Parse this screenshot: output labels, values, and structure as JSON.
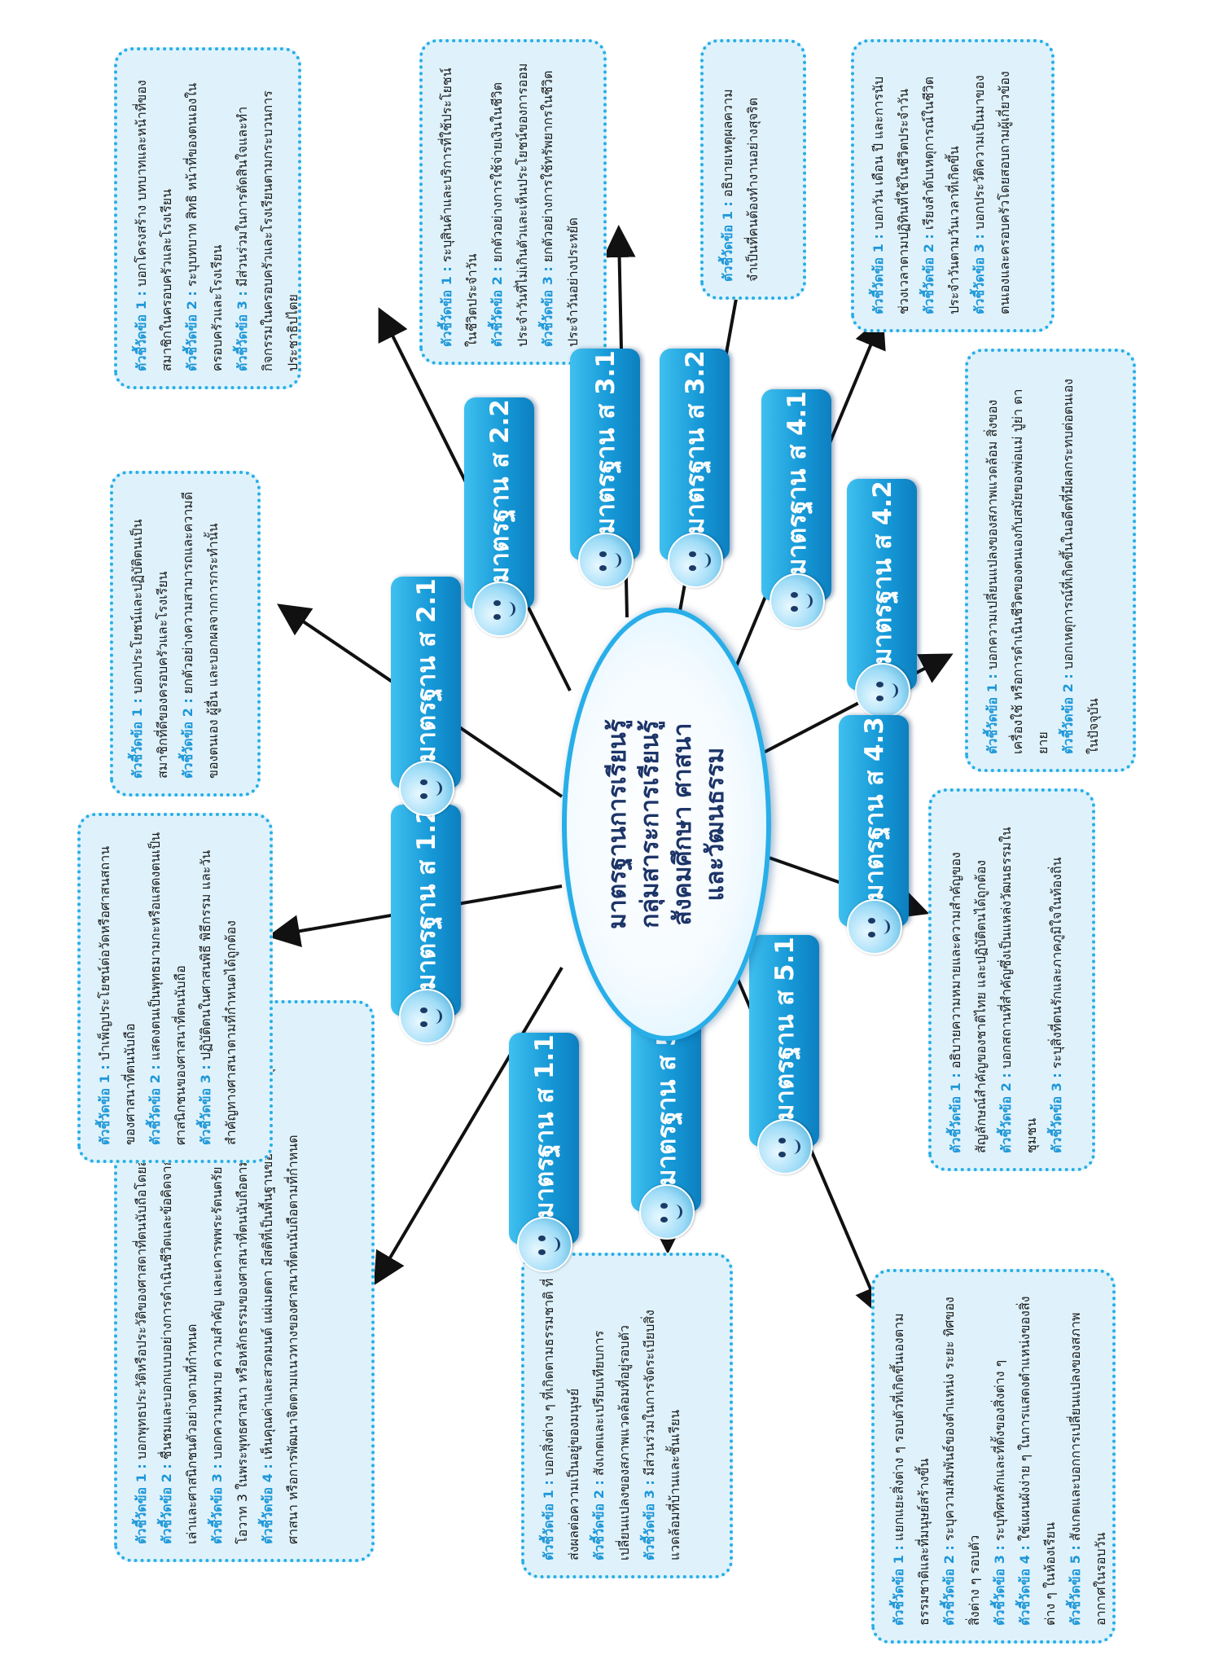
{
  "center": {
    "title_lines": [
      "มาตรฐานการเรียนรู้",
      "กลุ่มสาระการเรียนรู้",
      "สังคมศึกษา ศาสนา",
      "และวัฒนธรรม"
    ]
  },
  "standards": [
    {
      "label": "มาตรฐาน ส 1.1"
    },
    {
      "label": "มาตรฐาน ส 1.2"
    },
    {
      "label": "มาตรฐาน ส 2.1"
    },
    {
      "label": "มาตรฐาน ส 2.2"
    },
    {
      "label": "มาตรฐาน ส 3.1"
    },
    {
      "label": "มาตรฐาน ส 3.2"
    },
    {
      "label": "มาตรฐาน ส 4.1"
    },
    {
      "label": "มาตรฐาน ส 4.2"
    },
    {
      "label": "มาตรฐาน ส 4.3"
    },
    {
      "label": "มาตรฐาน ส 5.1"
    },
    {
      "label": "มาตรฐาน ส 5.2"
    }
  ],
  "indicators": {
    "s1_1": [
      {
        "label": "ตัวชี้วัดข้อ 1 :",
        "text": "บอกพุทธประวัติหรือประวัติของศาสดาที่ตนนับถือโดยสังเขป"
      },
      {
        "label": "ตัวชี้วัดข้อ 2 :",
        "text": "ชื่นชมและบอกแบบอย่างการดำเนินชีวิตและข้อคิดจากประวัติสาวก ชาดก เรื่องเล่าและศาสนิกชนตัวอย่างตามที่กำหนด"
      },
      {
        "label": "ตัวชี้วัดข้อ 3 :",
        "text": "บอกความหมาย ความสำคัญ และเคารพพระรัตนตรัย ปฏิบัติตามหลักธรรมโอวาท 3 ในพระพุทธศาสนา หรือหลักธรรมของศาสนาที่ตนนับถือตามที่กำหนด"
      },
      {
        "label": "ตัวชี้วัดข้อ 4 :",
        "text": "เห็นคุณค่าและสวดมนต์ แผ่เมตตา มีสติที่เป็นพื้นฐานของสมาธิในพระพุทธศาสนา หรือการพัฒนาจิตตามแนวทางของศาสนาที่ตนนับถือตามที่กำหนด"
      }
    ],
    "s1_2": [
      {
        "label": "ตัวชี้วัดข้อ 1 :",
        "text": "บำเพ็ญประโยชน์ต่อวัดหรือศาสนสถานของศาสนาที่ตนนับถือ"
      },
      {
        "label": "ตัวชี้วัดข้อ 2 :",
        "text": "แสดงตนเป็นพุทธมามกะหรือแสดงตนเป็นศาสนิกชนของศาสนาที่ตนนับถือ"
      },
      {
        "label": "ตัวชี้วัดข้อ 3 :",
        "text": "ปฏิบัติตนในศาสนพิธี พิธีกรรม และวันสำคัญทางศาสนาตามที่กำหนดได้ถูกต้อง"
      }
    ],
    "s2_1": [
      {
        "label": "ตัวชี้วัดข้อ 1 :",
        "text": "บอกประโยชน์และปฏิบัติตนเป็นสมาชิกที่ดีของครอบครัวและโรงเรียน"
      },
      {
        "label": "ตัวชี้วัดข้อ 2 :",
        "text": "ยกตัวอย่างความสามารถและความดีของตนเอง ผู้อื่น และบอกผลจากการกระทำนั้น"
      }
    ],
    "s2_2": [
      {
        "label": "ตัวชี้วัดข้อ 1 :",
        "text": "บอกโครงสร้าง บทบาทและหน้าที่ของสมาชิกในครอบครัวและโรงเรียน"
      },
      {
        "label": "ตัวชี้วัดข้อ 2 :",
        "text": "ระบุบทบาท สิทธิ หน้าที่ของตนเองในครอบครัวและโรงเรียน"
      },
      {
        "label": "ตัวชี้วัดข้อ 3 :",
        "text": "มีส่วนร่วมในการตัดสินใจและทำกิจกรรมในครอบครัวและโรงเรียนตามกระบวนการประชาธิปไตย"
      }
    ],
    "s3_1": [
      {
        "label": "ตัวชี้วัดข้อ 1 :",
        "text": "ระบุสินค้าและบริการที่ใช้ประโยชน์ในชีวิตประจำวัน"
      },
      {
        "label": "ตัวชี้วัดข้อ 2 :",
        "text": "ยกตัวอย่างการใช้จ่ายเงินในชีวิตประจำวันที่ไม่เกินตัวและเห็นประโยชน์ของการออม"
      },
      {
        "label": "ตัวชี้วัดข้อ 3 :",
        "text": "ยกตัวอย่างการใช้ทรัพยากรในชีวิตประจำวันอย่างประหยัด"
      }
    ],
    "s3_2": [
      {
        "label": "ตัวชี้วัดข้อ 1 :",
        "text": "อธิบายเหตุผลความจำเป็นที่คนต้องทำงานอย่างสุจริต"
      }
    ],
    "s4_1": [
      {
        "label": "ตัวชี้วัดข้อ 1 :",
        "text": "บอกวัน เดือน ปี และการนับช่วงเวลาตามปฏิทินที่ใช้ในชีวิตประจำวัน"
      },
      {
        "label": "ตัวชี้วัดข้อ 2 :",
        "text": "เรียงลำดับเหตุการณ์ในชีวิตประจำวันตามวันเวลาที่เกิดขึ้น"
      },
      {
        "label": "ตัวชี้วัดข้อ 3 :",
        "text": "บอกประวัติความเป็นมาของตนเองและครอบครัวโดยสอบถามผู้เกี่ยวข้อง"
      }
    ],
    "s4_2": [
      {
        "label": "ตัวชี้วัดข้อ 1 :",
        "text": "บอกความเปลี่ยนแปลงของสภาพแวดล้อม สิ่งของ เครื่องใช้ หรือการดำเนินชีวิตของตนเองกับสมัยของพ่อแม่ ปู่ย่า ตายาย"
      },
      {
        "label": "ตัวชี้วัดข้อ 2 :",
        "text": "บอกเหตุการณ์ที่เกิดขึ้นในอดีตที่มีผลกระทบต่อตนเองในปัจจุบัน"
      }
    ],
    "s4_3": [
      {
        "label": "ตัวชี้วัดข้อ 1 :",
        "text": "อธิบายความหมายและความสำคัญของสัญลักษณ์สำคัญของชาติไทย และปฏิบัติตนได้ถูกต้อง"
      },
      {
        "label": "ตัวชี้วัดข้อ 2 :",
        "text": "บอกสถานที่สำคัญซึ่งเป็นแหล่งวัฒนธรรมในชุมชน"
      },
      {
        "label": "ตัวชี้วัดข้อ 3 :",
        "text": "ระบุสิ่งที่ตนรักและภาคภูมิใจในท้องถิ่น"
      }
    ],
    "s5_1": [
      {
        "label": "ตัวชี้วัดข้อ 1 :",
        "text": "แยกแยะสิ่งต่าง ๆ รอบตัวที่เกิดขึ้นเองตามธรรมชาติและที่มนุษย์สร้างขึ้น"
      },
      {
        "label": "ตัวชี้วัดข้อ 2 :",
        "text": "ระบุความสัมพันธ์ของตำแหน่ง ระยะ ทิศของสิ่งต่าง ๆ รอบตัว"
      },
      {
        "label": "ตัวชี้วัดข้อ 3 :",
        "text": "ระบุทิศหลักและที่ตั้งของสิ่งต่าง ๆ"
      },
      {
        "label": "ตัวชี้วัดข้อ 4 :",
        "text": "ใช้แผนผังง่าย ๆ ในการแสดงตำแหน่งของสิ่งต่าง ๆ ในห้องเรียน"
      },
      {
        "label": "ตัวชี้วัดข้อ 5 :",
        "text": "สังเกตและบอกการเปลี่ยนแปลงของสภาพอากาศในรอบวัน"
      }
    ],
    "s5_2": [
      {
        "label": "ตัวชี้วัดข้อ 1 :",
        "text": "บอกสิ่งต่าง ๆ ที่เกิดตามธรรมชาติ ที่ส่งผลต่อความเป็นอยู่ของมนุษย์"
      },
      {
        "label": "ตัวชี้วัดข้อ 2 :",
        "text": "สังเกตและเปรียบเทียบการเปลี่ยนแปลงของสภาพแวดล้อมที่อยู่รอบตัว"
      },
      {
        "label": "ตัวชี้วัดข้อ 3 :",
        "text": "มีส่วนร่วมในการจัดระเบียบสิ่งแวดล้อมที่บ้านและชั้นเรียน"
      }
    ]
  },
  "colors": {
    "accent": "#1e97d8",
    "box_fill": "#dff2fb",
    "box_border": "#27aee6",
    "center_text": "#1c3468"
  }
}
